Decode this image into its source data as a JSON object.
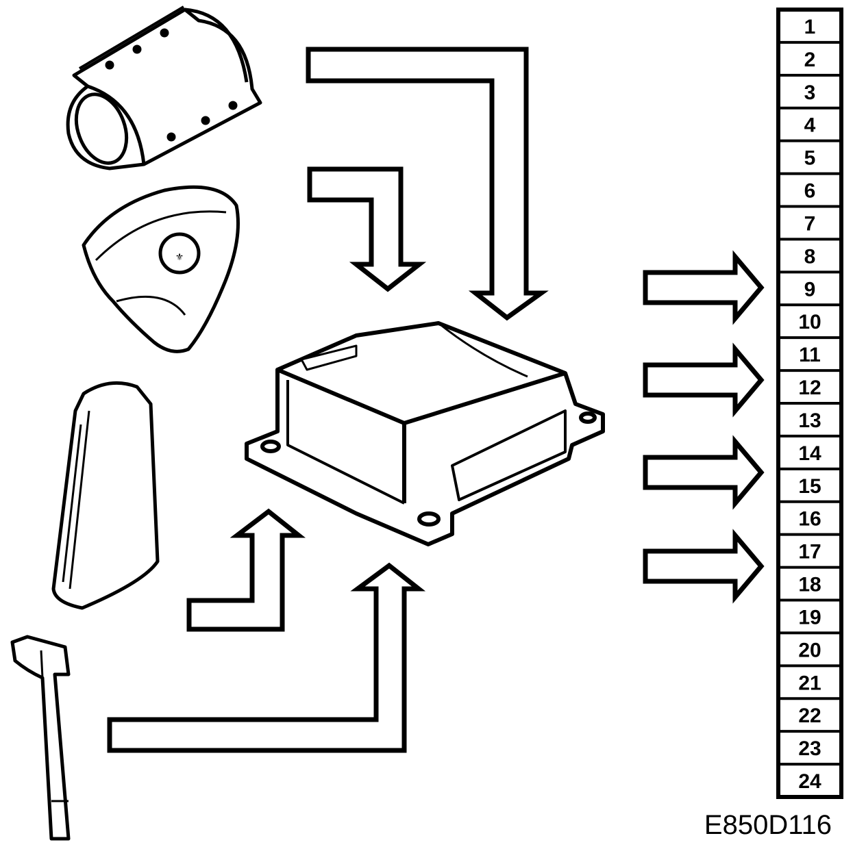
{
  "diagram_code": "E850D116",
  "terminal_numbers": [
    "1",
    "2",
    "3",
    "4",
    "5",
    "6",
    "7",
    "8",
    "9",
    "10",
    "11",
    "12",
    "13",
    "14",
    "15",
    "16",
    "17",
    "18",
    "19",
    "20",
    "21",
    "22",
    "23",
    "24"
  ],
  "components": {
    "passenger_airbag": "passenger-airbag-module",
    "steering_wheel_airbag": "steering-wheel-airbag-module",
    "side_airbag": "side-airbag-module",
    "pretensioner": "seatbelt-pretensioner",
    "control_module": "airbag-control-module"
  },
  "colors": {
    "ink": "#000000",
    "paper": "#ffffff"
  }
}
